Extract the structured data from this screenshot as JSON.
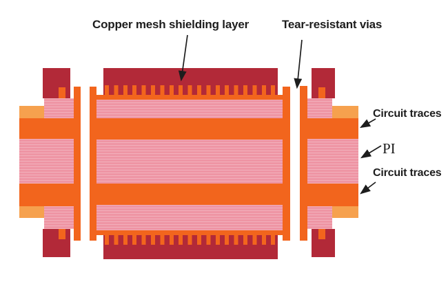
{
  "colors": {
    "shield_red": "#B22938",
    "trace_orange": "#F2651D",
    "adhesive_amber": "#F6A14E",
    "pi_pink": "#EE95A4",
    "ink": "#1D1D1D",
    "background": "#FFFFFF"
  },
  "annotations": {
    "copper_mesh": "Copper mesh shielding layer",
    "tear_vias": "Tear-resistant vias",
    "circuit_traces_top": "Circuit traces",
    "pi": "PI",
    "circuit_traces_bottom": "Circuit traces"
  }
}
